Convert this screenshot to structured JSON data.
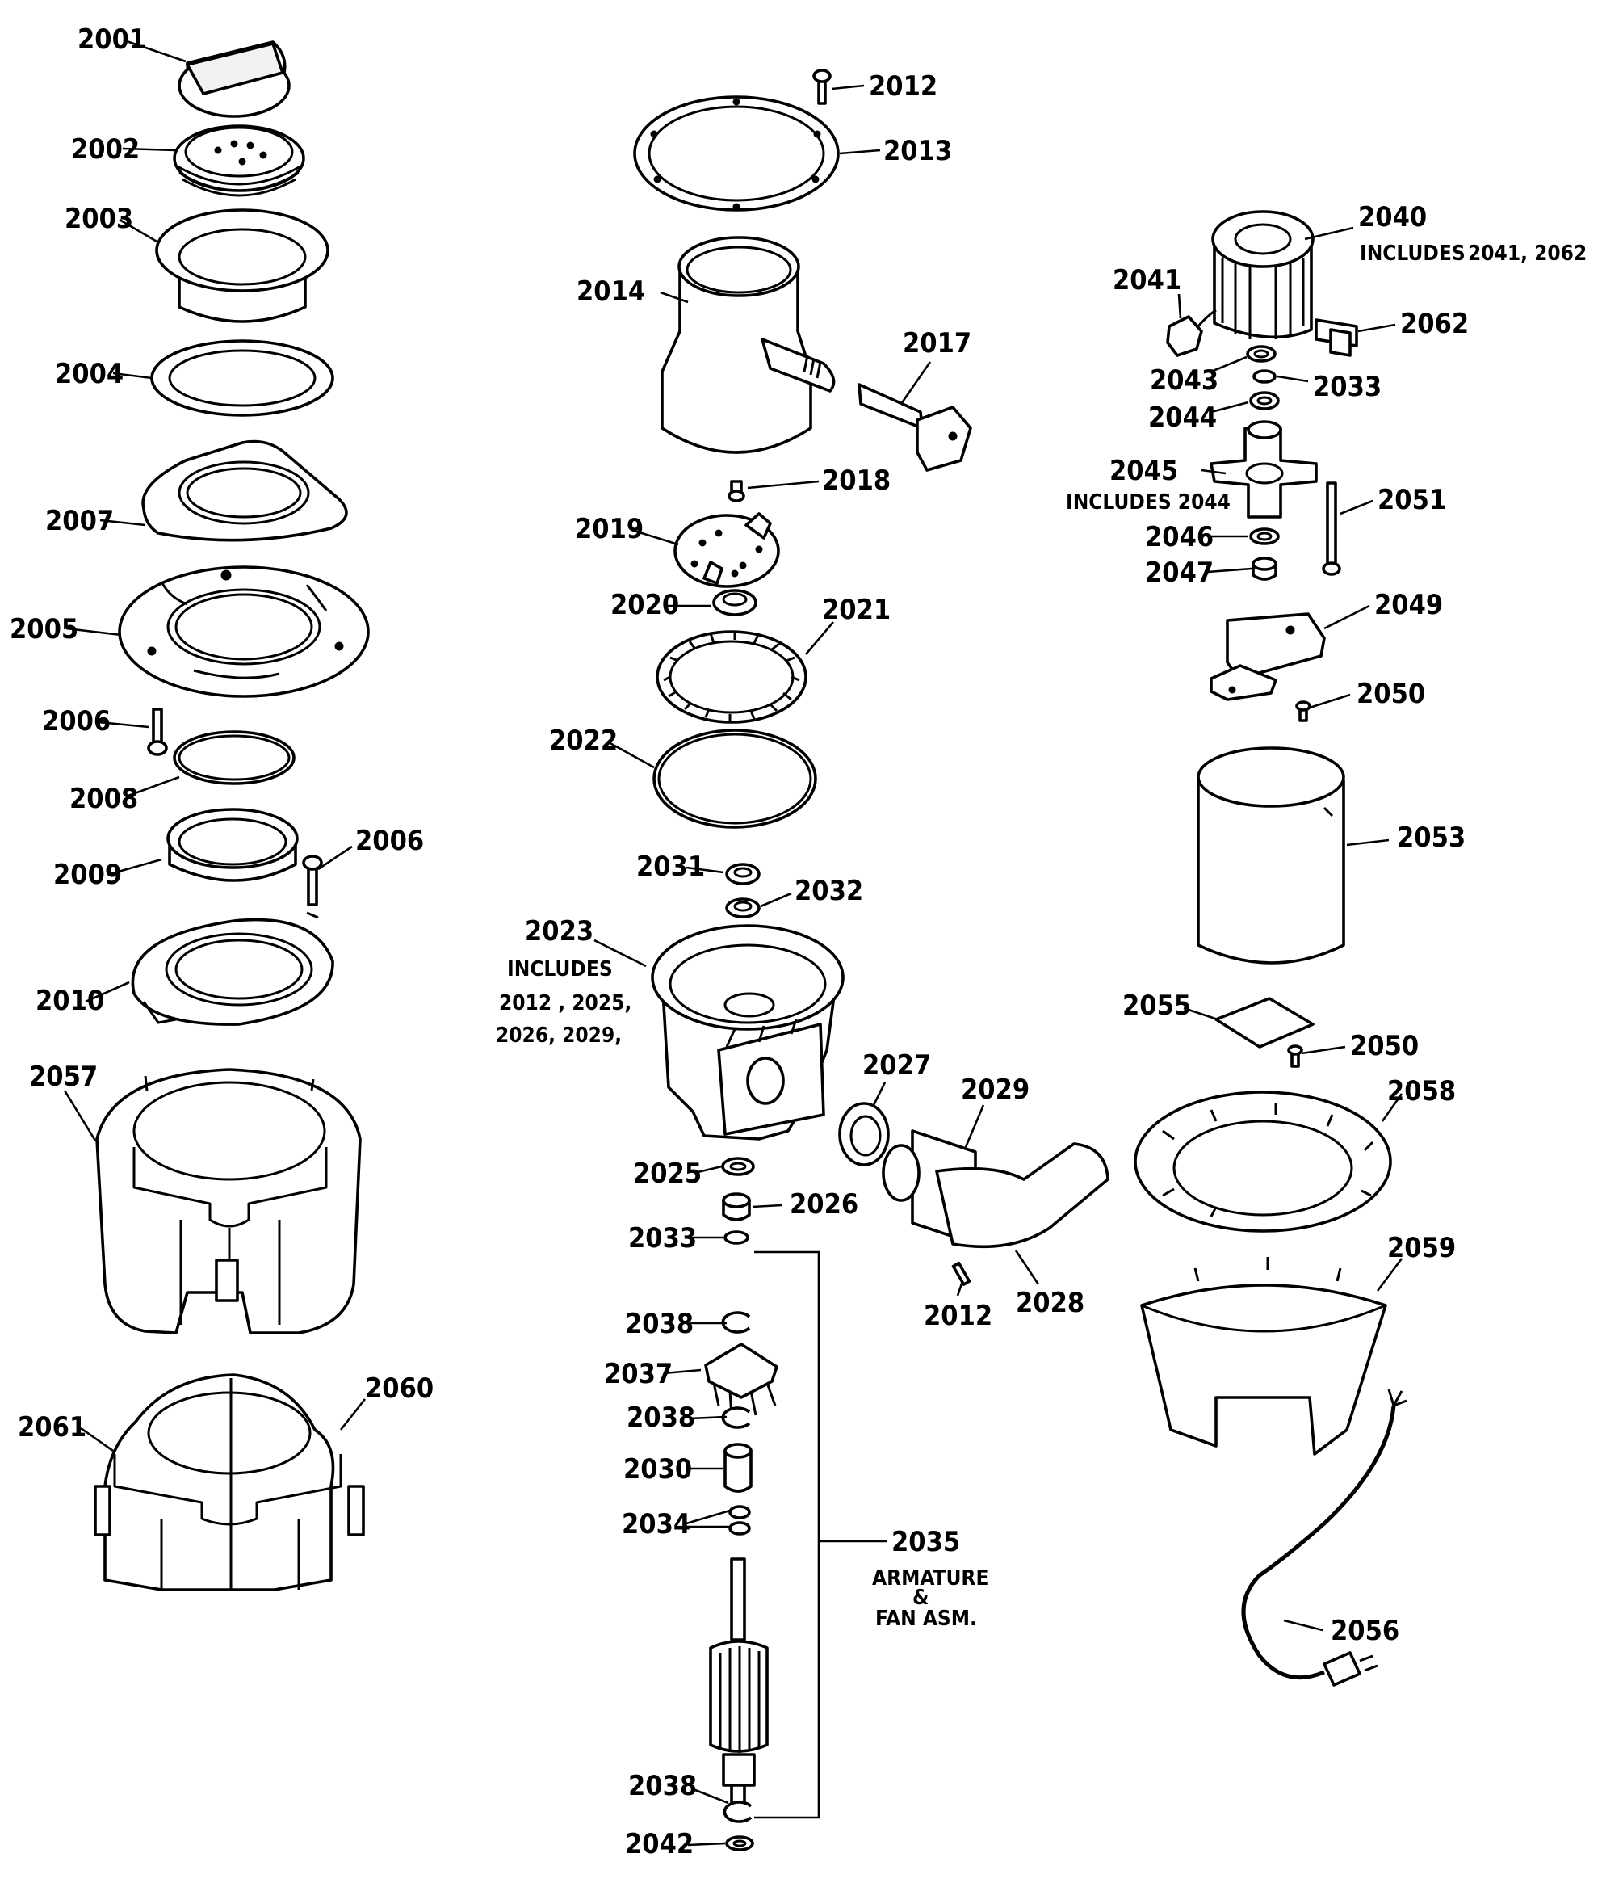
{
  "labels": {
    "l2001": "2001",
    "l2002": "2002",
    "l2003": "2003",
    "l2004": "2004",
    "l2007": "2007",
    "l2005": "2005",
    "l2006a": "2006",
    "l2008": "2008",
    "l2009": "2009",
    "l2006b": "2006",
    "l2010": "2010",
    "l2057": "2057",
    "l2061": "2061",
    "l2060": "2060",
    "l2012a": "2012",
    "l2013": "2013",
    "l2014": "2014",
    "l2017": "2017",
    "l2018": "2018",
    "l2019": "2019",
    "l2020": "2020",
    "l2021": "2021",
    "l2022": "2022",
    "l2031": "2031",
    "l2032": "2032",
    "l2023": "2023",
    "l2027": "2027",
    "l2029": "2029",
    "l2025": "2025",
    "l2026": "2026",
    "l2033a": "2033",
    "l2012b": "2012",
    "l2028": "2028",
    "l2038a": "2038",
    "l2037": "2037",
    "l2038b": "2038",
    "l2030": "2030",
    "l2034": "2034",
    "l2035": "2035",
    "l2038c": "2038",
    "l2042": "2042",
    "l2040": "2040",
    "l2041": "2041",
    "l2062": "2062",
    "l2043": "2043",
    "l2033b": "2033",
    "l2044": "2044",
    "l2045": "2045",
    "l2051": "2051",
    "l2046": "2046",
    "l2047": "2047",
    "l2049": "2049",
    "l2050a": "2050",
    "l2053": "2053",
    "l2055": "2055",
    "l2050b": "2050",
    "l2058": "2058",
    "l2059": "2059",
    "l2056": "2056"
  },
  "notes": {
    "n2023_1": "INCLUDES",
    "n2023_2": "2012 , 2025,",
    "n2023_3": "2026, 2029,",
    "n2040_a": "INCLUDES",
    "n2040_b": "2041, 2062",
    "n2045": "INCLUDES 2044",
    "n2035_1": "ARMATURE",
    "n2035_2": "&",
    "n2035_3": "FAN  ASM."
  },
  "colors": {
    "ink": "#000000",
    "paper": "#ffffff"
  }
}
